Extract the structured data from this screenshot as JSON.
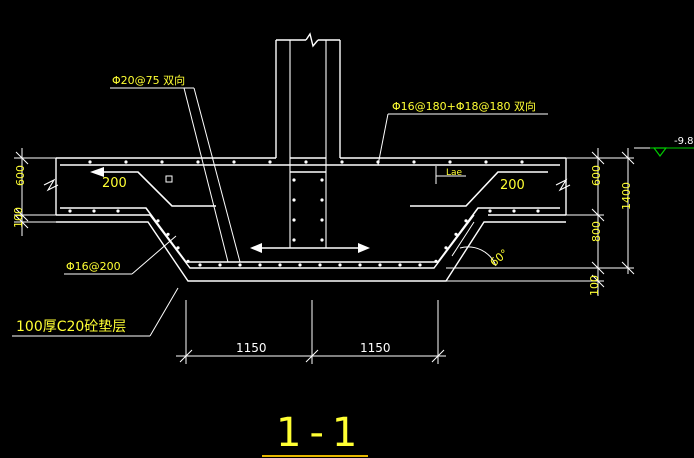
{
  "drawing": {
    "section_label": "1-1",
    "colors": {
      "background": "#000000",
      "outline": "#ffffff",
      "text": "#ffff33",
      "elevation_marker": "#00cc00",
      "underline_gold": "#e6b800"
    },
    "annotations": {
      "stirrup_rebar": "Φ20@75 双向",
      "top_rebar": "Φ16@180+Φ18@180 双向",
      "slope_rebar": "Φ16@200",
      "cushion_layer": "100厚C20砼垫层",
      "anchor_length": "Lae",
      "angle": "60°"
    },
    "dimensions": {
      "left_slab_height": "600",
      "left_cushion": "100",
      "right_slab_height": "600",
      "right_pit_depth": "800",
      "right_total": "1400",
      "right_cushion": "100",
      "left_offset": "200",
      "right_offset": "200",
      "bottom_left_width": "1150",
      "bottom_right_width": "1150"
    },
    "elevation": "-9.8"
  }
}
